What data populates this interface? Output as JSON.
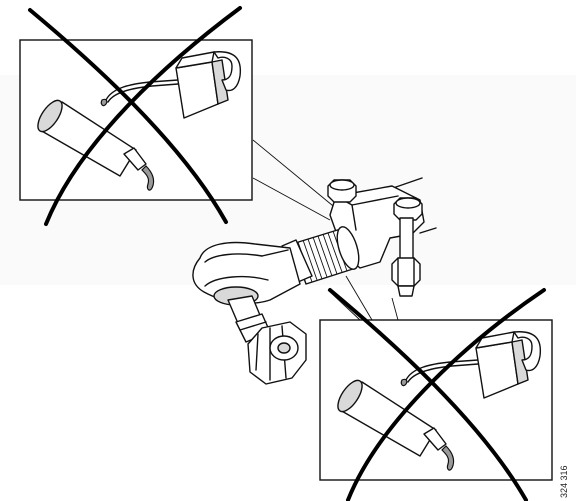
{
  "figure": {
    "reference_number": "324 316"
  },
  "colors": {
    "line": "#111111",
    "shade": "#d9d9d9",
    "dark_shade": "#9a9a9a",
    "background": "#ffffff"
  },
  "panels": [
    {
      "name": "prohibited-lubricants-top-left",
      "items": [
        "grease-tube-icon",
        "oil-can-icon"
      ],
      "status": "crossed-out"
    },
    {
      "name": "prohibited-lubricants-bottom-right",
      "items": [
        "grease-tube-icon",
        "oil-can-icon"
      ],
      "status": "crossed-out"
    }
  ]
}
